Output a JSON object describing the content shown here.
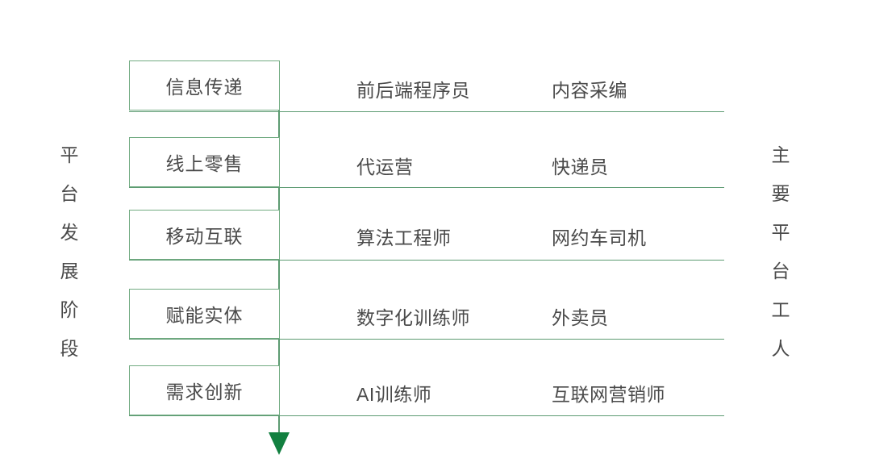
{
  "diagram": {
    "left_axis_label": "平台发展阶段",
    "right_axis_label": "主要平台工人",
    "accent_color": "#5d9b72",
    "box_border_color": "#72ab82",
    "arrow_color": "#128040",
    "text_color": "#4a4a4a",
    "arrow_icon": "down-arrow-icon",
    "rows": [
      {
        "stage": "信息传递",
        "role_a": "前后端程序员",
        "role_b": "内容采编"
      },
      {
        "stage": "线上零售",
        "role_a": "代运营",
        "role_b": "快递员"
      },
      {
        "stage": "移动互联",
        "role_a": "算法工程师",
        "role_b": "网约车司机"
      },
      {
        "stage": "赋能实体",
        "role_a": "数字化训练师",
        "role_b": "外卖员"
      },
      {
        "stage": "需求创新",
        "role_a": "AI训练师",
        "role_b": "互联网营销师"
      }
    ]
  }
}
